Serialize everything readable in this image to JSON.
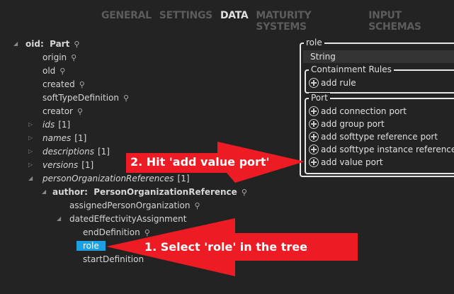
{
  "tabs": [
    {
      "label": "GENERAL"
    },
    {
      "label": "SETTINGS"
    },
    {
      "label": "DATA",
      "active": true
    },
    {
      "label": "MATURITY SYSTEMS"
    },
    {
      "label": "INPUT SCHEMAS"
    }
  ],
  "tree": {
    "root": {
      "key": "oid:",
      "type": "Part"
    },
    "children": [
      "origin",
      "old",
      "created",
      "softTypeDefinition",
      "creator"
    ],
    "collections": [
      {
        "label": "ids",
        "count": "[1]"
      },
      {
        "label": "names",
        "count": "[1]"
      },
      {
        "label": "descriptions",
        "count": "[1]"
      },
      {
        "label": "versions",
        "count": "[1]"
      },
      {
        "label": "personOrganizationReferences",
        "count": "[1]"
      }
    ],
    "author": {
      "key": "author:",
      "type": "PersonOrganizationReference"
    },
    "assigned": "assignedPersonOrganization",
    "dated": "datedEffectivityAssignment",
    "endDefinition": "endDefinition",
    "role": "role",
    "startDefinition": "startDefinition"
  },
  "panel": {
    "title": "role",
    "type_value": "String",
    "containment": {
      "title": "Containment Rules",
      "add_rule": "add rule"
    },
    "port": {
      "title": "Port",
      "buttons": [
        "add connection port",
        "add group port",
        "add softtype reference port",
        "add softtype instance reference port",
        "add value port"
      ]
    }
  },
  "annotations": {
    "step1": "1. Select 'role' in the tree",
    "step2": "2. Hit 'add value port'",
    "color": "#ed1c24"
  },
  "colors": {
    "background": "#232323",
    "selection": "#1ba1e2"
  },
  "icons": {
    "link": "link-icon",
    "plus": "plus-circle-icon",
    "expand": "triangle-right-icon",
    "collapse": "triangle-down-icon"
  }
}
